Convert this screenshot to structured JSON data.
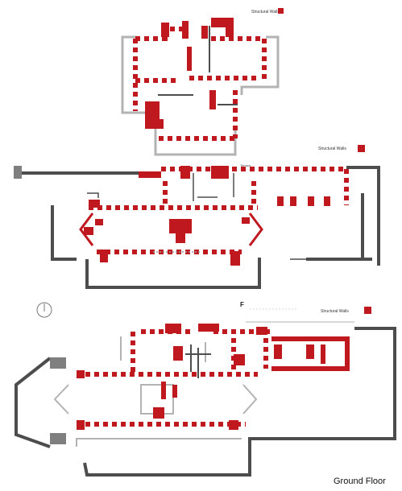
{
  "title": "Ground Floor",
  "north_marker": "F",
  "colors": {
    "structural_wall": "#c0181f",
    "wall": "#4d4d4d",
    "light_line": "#b3b3b3",
    "background": "#ffffff"
  },
  "plans": [
    {
      "id": "upper-floor-plan",
      "legend": {
        "label": "Structural Walls",
        "swatch_color": "#c0181f"
      }
    },
    {
      "id": "main-floor-plan",
      "legend": {
        "label": "Structural Walls",
        "swatch_color": "#c0181f"
      },
      "room_label": "Terrace"
    },
    {
      "id": "ground-floor-plan",
      "legend": {
        "label": "Structural Walls",
        "swatch_color": "#c0181f"
      }
    }
  ],
  "compass": {
    "symbol": "north-arrow"
  }
}
